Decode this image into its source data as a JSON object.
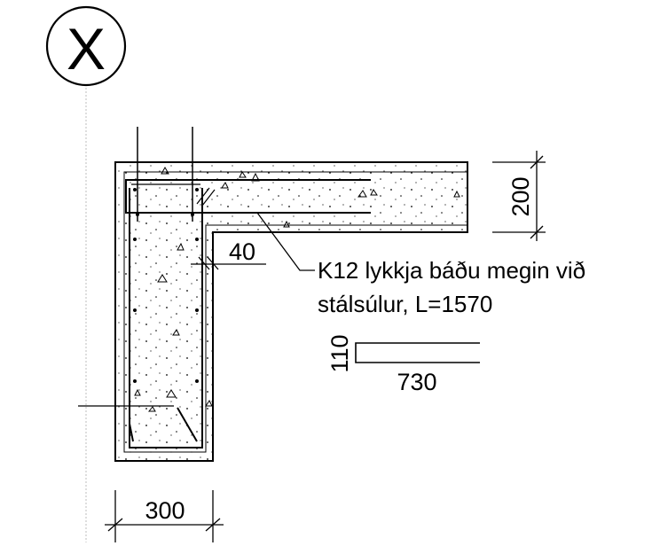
{
  "section_marker": {
    "letter": "X"
  },
  "dimensions": {
    "slab_thickness": "200",
    "column_width": "300",
    "edge_offset": "40"
  },
  "annotation": {
    "line1": "K12 lykkja báðu megin við",
    "line2": "stálsúlur, L=1570"
  },
  "bar_shape": {
    "height": "110",
    "length": "730"
  },
  "colors": {
    "ink": "#000000",
    "background": "#ffffff",
    "guide": "#bdbdbd"
  }
}
